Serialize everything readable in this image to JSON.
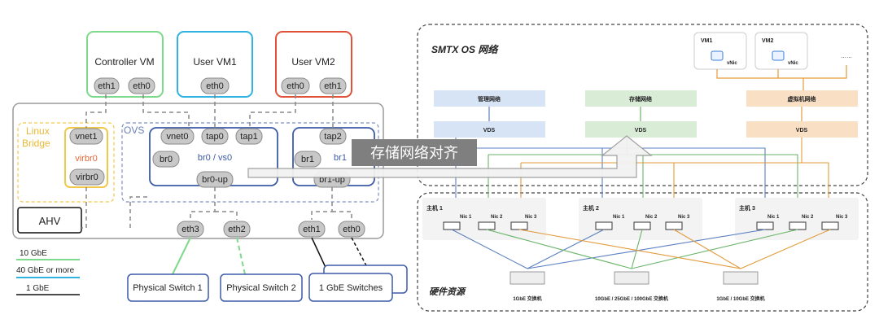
{
  "left": {
    "vms": [
      {
        "label": "Controller VM",
        "color": "#7ed98a",
        "ports": [
          "eth1",
          "eth0"
        ]
      },
      {
        "label": "User VM1",
        "color": "#2fb3e0",
        "ports": [
          "eth0"
        ]
      },
      {
        "label": "User VM2",
        "color": "#e0533a",
        "ports": [
          "eth0",
          "eth1"
        ]
      }
    ],
    "linux_bridge": {
      "title": "Linux\nBridge",
      "title1": "Linux",
      "title2": "Bridge",
      "vnet": "vnet1",
      "virbr_label": "virbr0",
      "virbr_port": "virbr0"
    },
    "ovs": {
      "title": "OVS",
      "br0_ports": [
        "vnet0",
        "tap0",
        "tap1"
      ],
      "br0": "br0",
      "br0_label": "br0 / vs0",
      "br0_up": "br0-up",
      "br1_ports": [
        "tap2"
      ],
      "br1": "br1",
      "br1_label": "br1",
      "br1_up": "br1-up"
    },
    "ahv": "AHV",
    "host_ports": [
      "eth3",
      "eth2",
      "eth1",
      "eth0"
    ],
    "switches": [
      "Physical Switch 1",
      "Physical Switch 2",
      "1 GbE Switches"
    ],
    "legend": [
      {
        "label": "10 GbE",
        "color": "#7ed98a"
      },
      {
        "label": "40 GbE or more",
        "color": "#2fb3e0"
      },
      {
        "label": "1 GbE",
        "color": "#111111"
      }
    ]
  },
  "overlay": {
    "text": "存储网络对齐"
  },
  "right": {
    "title": "SMTX OS 网络",
    "vms": [
      {
        "label": "VM1",
        "nic": "vNic"
      },
      {
        "label": "VM2",
        "nic": "vNic"
      }
    ],
    "ellipsis": "……",
    "networks": [
      {
        "label": "管理网络",
        "vds": "VDS",
        "color": "#d7e4f6",
        "line": "#5b7fc2"
      },
      {
        "label": "存储网络",
        "vds": "VDS",
        "color": "#d8ecd6",
        "line": "#6ab46a"
      },
      {
        "label": "虚拟机网络",
        "vds": "VDS",
        "color": "#f9dfc3",
        "line": "#e29a3a"
      }
    ],
    "hosts": [
      {
        "label": "主机 1",
        "nics": [
          "Nic 1",
          "Nic 2",
          "Nic 3"
        ]
      },
      {
        "label": "主机 2",
        "nics": [
          "Nic 1",
          "Nic 2",
          "Nic 3"
        ]
      },
      {
        "label": "主机 3",
        "nics": [
          "Nic 1",
          "Nic 2",
          "Nic 3"
        ]
      }
    ],
    "hw_title": "硬件资源",
    "switches": [
      "1GbE 交换机",
      "10GbE / 25GbE / 100GbE 交换机",
      "1GbE / 10GbE 交换机"
    ]
  }
}
